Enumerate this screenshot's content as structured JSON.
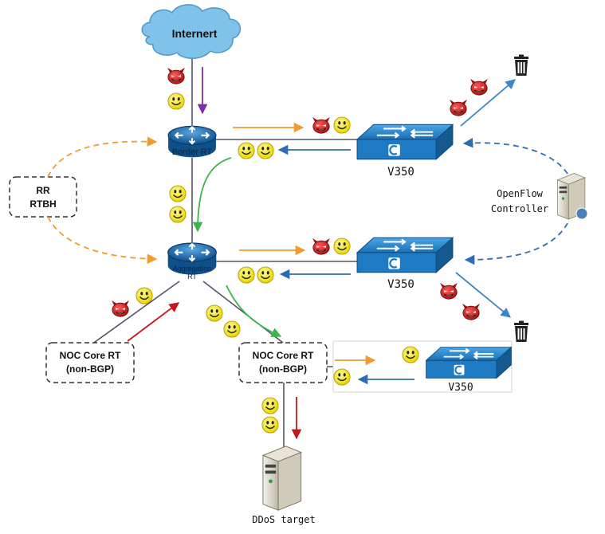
{
  "nodes": {
    "internet": "Internert",
    "border_rt": "Border RT",
    "aggregation_rt_line1": "Aggregation",
    "aggregation_rt_line2": "RT",
    "rr_line1": "RR",
    "rr_line2": "RTBH",
    "noc_left_line1": "NOC Core RT",
    "noc_left_line2": "(non-BGP)",
    "noc_right_line1": "NOC Core RT",
    "noc_right_line2": "(non-BGP)",
    "v350_top": "V350",
    "v350_mid": "V350",
    "v350_bottom": "V350",
    "openflow_line1": "OpenFlow",
    "openflow_line2": "Controller",
    "ddos_target": "DDoS target"
  },
  "colors": {
    "arrow_purple": "#7b2fa8",
    "arrow_orange": "#f29a2e",
    "arrow_blue": "#2e6db4",
    "arrow_green": "#3bb54a",
    "arrow_red": "#c4161c",
    "cloud": "#7fc3ea",
    "switch": "#1f7ac4",
    "router": "#1f6fb0"
  },
  "icons": [
    "cloud-icon",
    "router-icon",
    "switch-icon",
    "server-icon",
    "trash-icon",
    "devil-icon",
    "smiley-icon"
  ]
}
